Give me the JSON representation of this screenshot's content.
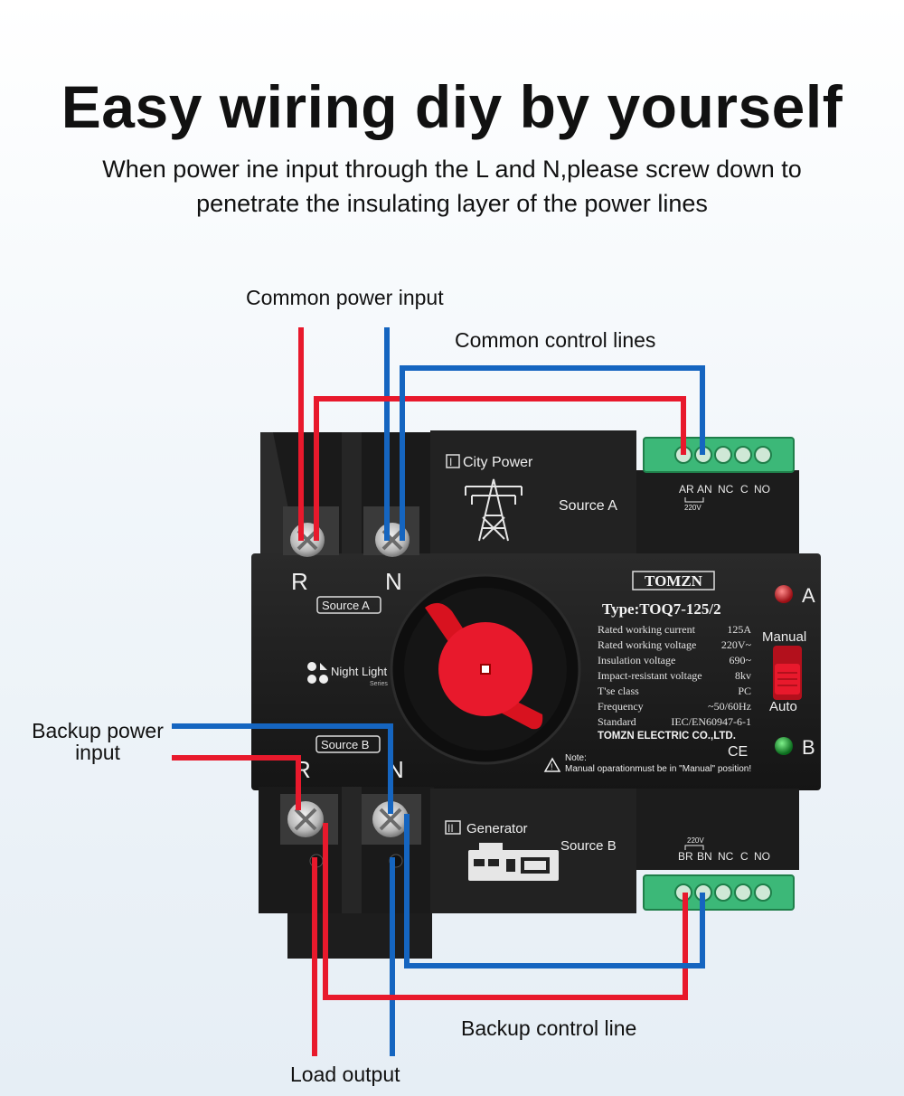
{
  "header": {
    "title": "Easy wiring diy by yourself",
    "subtitle_line1": "When power ine input through the L and N,please screw down to",
    "subtitle_line2": "penetrate the insulating layer of the power lines"
  },
  "callouts": {
    "common_power_input": "Common power input",
    "common_control_lines": "Common control lines",
    "backup_power_input_line1": "Backup power",
    "backup_power_input_line2": "input",
    "backup_control_line": "Backup control line",
    "load_output": "Load output"
  },
  "device": {
    "brand": "TOMZN",
    "type": "Type:TOQ7-125/2",
    "city_power_label": "City Power",
    "city_power_roman": "I",
    "generator_label": "Generator",
    "generator_roman": "II",
    "source_a": "Source A",
    "source_b": "Source B",
    "terminal_r": "R",
    "terminal_n": "N",
    "night_light": "Night Light",
    "series": "Series",
    "manual": "Manual",
    "auto": "Auto",
    "indicator_a": "A",
    "indicator_b": "B",
    "ce_mark": "CE",
    "note_title": "Note:",
    "note_text": "Manual oparationmust be in \"Manual\" position!",
    "manufacturer": "TOMZN ELECTRIC CO.,LTD.",
    "top_terminals": {
      "voltage": "220V",
      "labels": [
        "AR",
        "AN",
        "NC",
        "C",
        "NO"
      ]
    },
    "bottom_terminals": {
      "voltage": "220V",
      "labels": [
        "BR",
        "BN",
        "NC",
        "C",
        "NO"
      ]
    },
    "specs": [
      {
        "label": "Rated working current",
        "value": "125A"
      },
      {
        "label": "Rated working voltage",
        "value": "220V~"
      },
      {
        "label": "Insulation voltage",
        "value": "690~"
      },
      {
        "label": "Impact-resistant voltage",
        "value": "8kv"
      },
      {
        "label": "T'se class",
        "value": "PC"
      },
      {
        "label": "Frequency",
        "value": "~50/60Hz"
      },
      {
        "label": "Standard",
        "value": "IEC/EN60947-6-1"
      }
    ]
  },
  "colors": {
    "wire_red": "#e8192c",
    "wire_blue": "#1565c0",
    "body": "#1e1e1e",
    "handle": "#e8192c",
    "terminal_green": "#3cb878"
  }
}
